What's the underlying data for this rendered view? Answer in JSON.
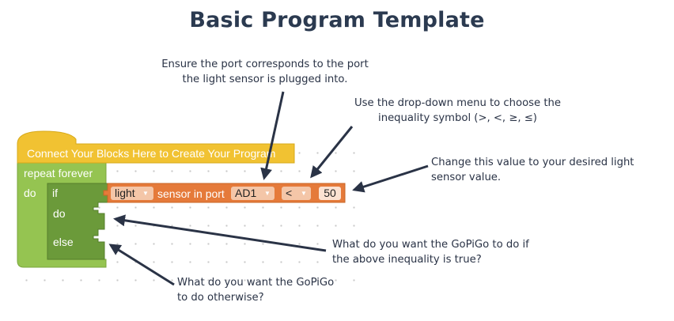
{
  "title": "Basic Program Template",
  "annotations": {
    "port": [
      "Ensure the port corresponds to the port",
      "the light sensor is plugged into."
    ],
    "inequality": [
      "Use the drop-down menu to choose the",
      "inequality symbol (>, <, ≥, ≤)"
    ],
    "value": [
      "Change this value to your desired light",
      "sensor value."
    ],
    "true_case": [
      "What do you want the GoPiGo to do if",
      "the above inequality is true?"
    ],
    "otherwise": [
      "What do you want the GoPiGo",
      "to do otherwise?"
    ]
  },
  "blocks": {
    "hat_label": "Connect Your Blocks Here to Create Your Program",
    "repeat_label": "repeat forever",
    "do_label": "do",
    "if_label": "if",
    "if_do_label": "do",
    "else_label": "else",
    "sensor_type": "light",
    "sensor_mid_text": "sensor in port",
    "port_value": "AD1",
    "operator": "<",
    "threshold": "50",
    "dropdown_caret": "▼"
  },
  "colors": {
    "hat": "#f1c232",
    "repeat": "#95c451",
    "if_block": "#6b9a3a",
    "sensor": "#e57a3a",
    "annotation_text": "#2a3346",
    "title": "#2b3a50"
  }
}
